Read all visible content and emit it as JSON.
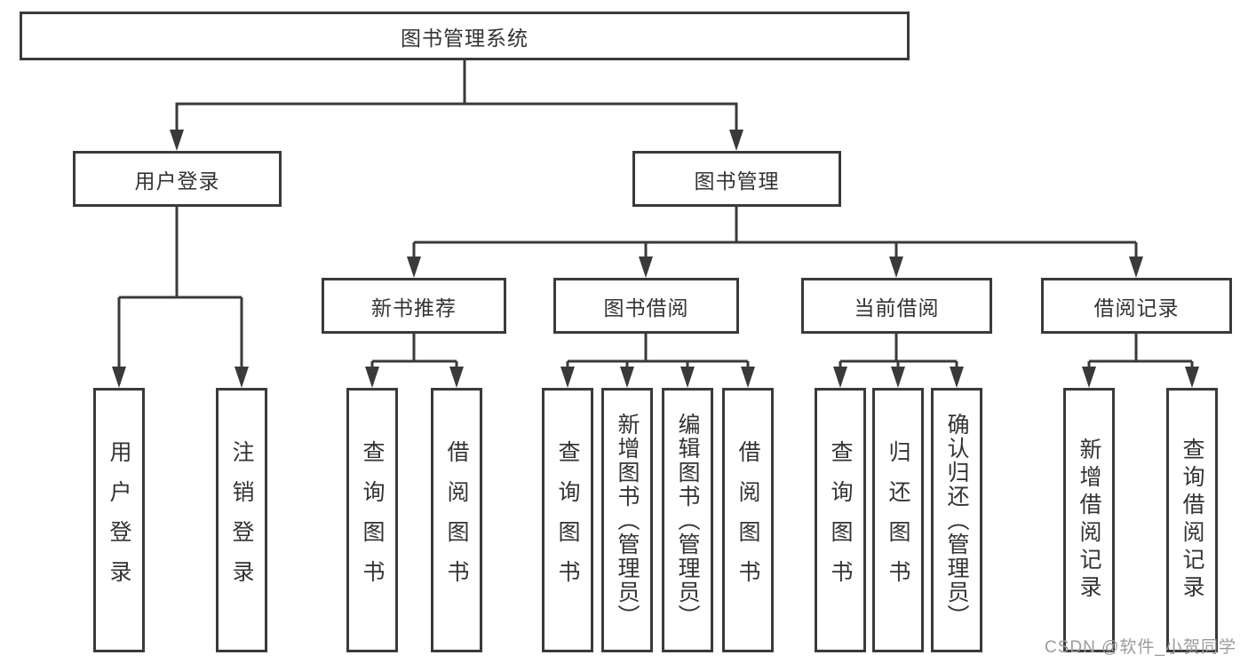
{
  "nodes": {
    "root": "图书管理系统",
    "user_login": "用户登录",
    "book_mgmt": "图书管理",
    "new_book_rec": "新书推荐",
    "book_borrow": "图书借阅",
    "current_borrow": "当前借阅",
    "borrow_records": "借阅记录",
    "user_login_item": "用户登录",
    "logout_item": "注销登录",
    "rec_query_book": "查询图书",
    "rec_borrow_book": "借阅图书",
    "bb_query_book": "查询图书",
    "bb_add_book": "新增图书（管理员）",
    "bb_edit_book": "编辑图书（管理员）",
    "bb_borrow_book": "借阅图书",
    "cb_query_book": "查询图书",
    "cb_return_book": "归还图书",
    "cb_confirm_return": "确认归还（管理员）",
    "br_add_record": "新增借阅记录",
    "br_query_record": "查询借阅记录"
  },
  "hierarchy": {
    "图书管理系统": {
      "用户登录": [
        "用户登录",
        "注销登录"
      ],
      "图书管理": {
        "新书推荐": [
          "查询图书",
          "借阅图书"
        ],
        "图书借阅": [
          "查询图书",
          "新增图书（管理员）",
          "编辑图书（管理员）",
          "借阅图书"
        ],
        "当前借阅": [
          "查询图书",
          "归还图书",
          "确认归还（管理员）"
        ],
        "借阅记录": [
          "新增借阅记录",
          "查询借阅记录"
        ]
      }
    }
  },
  "watermark": "CSDN @软件_小贺同学",
  "colors": {
    "line": "#3a3a3a",
    "text": "#333333",
    "watermark": "#9b9b9b",
    "background": "#ffffff"
  }
}
